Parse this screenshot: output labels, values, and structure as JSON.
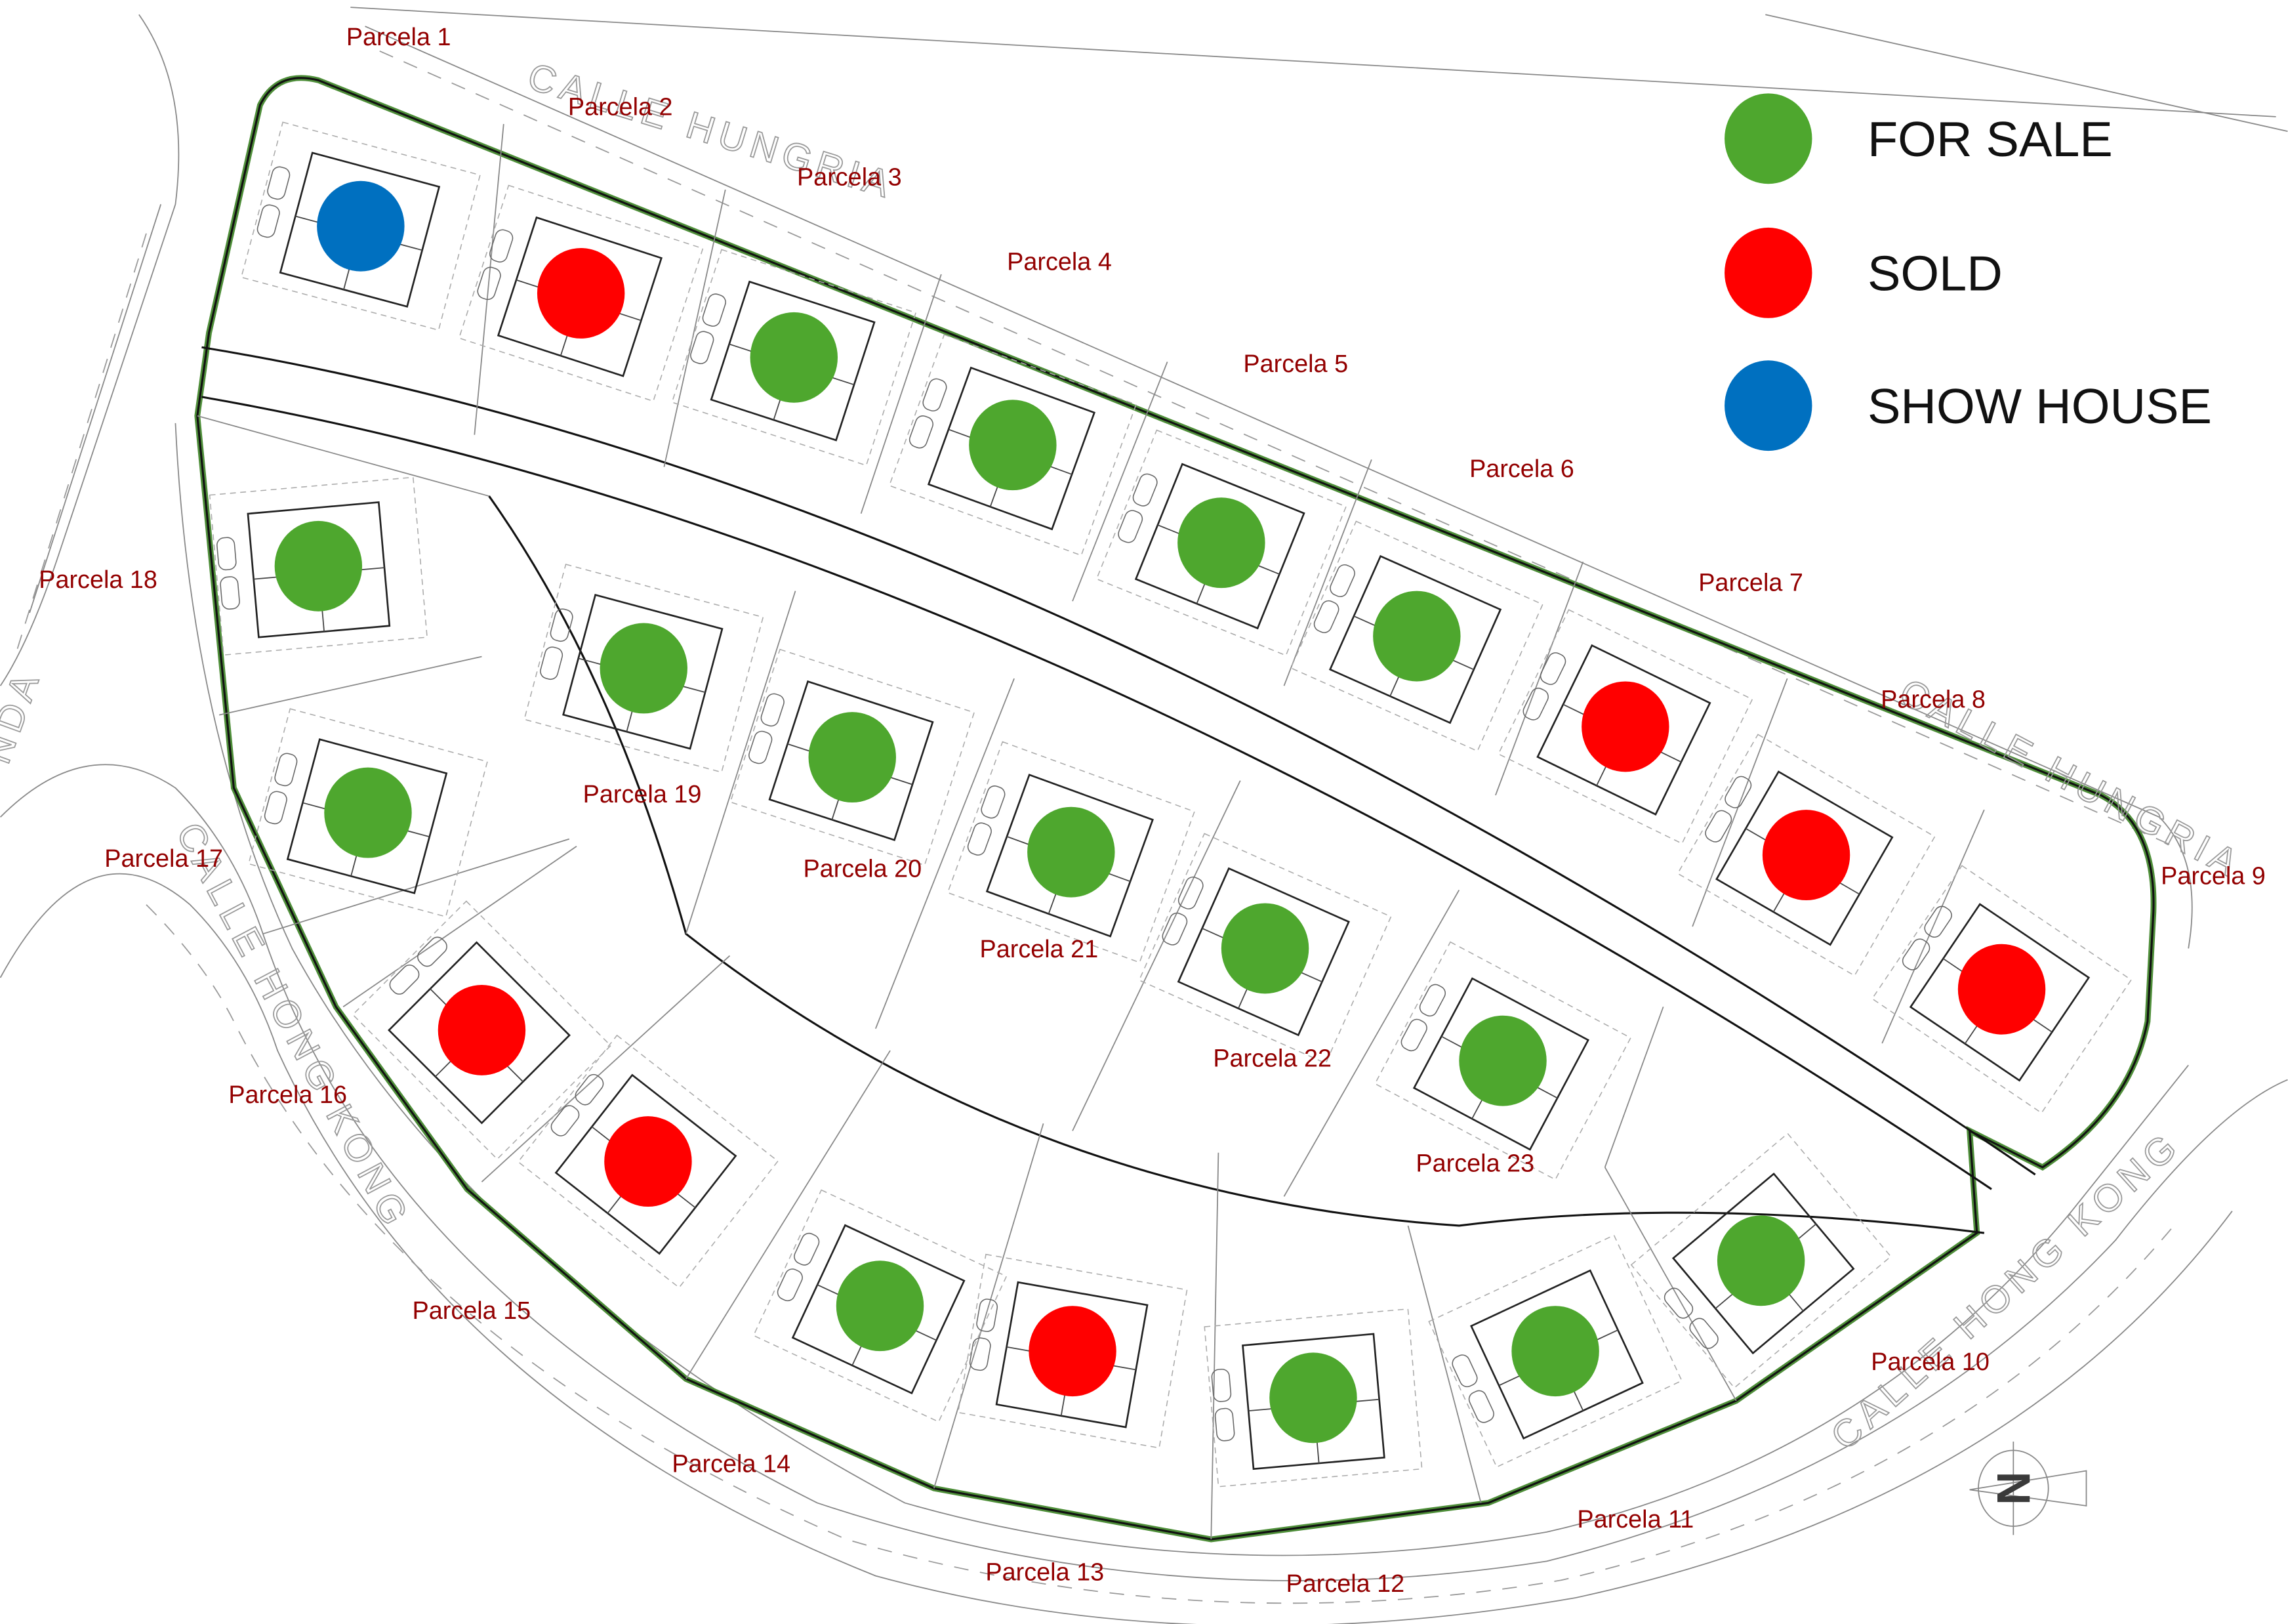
{
  "legend": [
    {
      "label": "FOR SALE",
      "status": "for_sale"
    },
    {
      "label": "SOLD",
      "status": "sold"
    },
    {
      "label": "SHOW HOUSE",
      "status": "show_house"
    }
  ],
  "status_colors": {
    "for_sale": "#4ea72e",
    "sold": "#ff0000",
    "show_house": "#0070c0"
  },
  "streets": {
    "top": "CALLE HUNGRIA",
    "right": "CALLE HUNGRIA",
    "left": "CALLE HONG KONG",
    "bottom_right": "CALLE HONG KONG",
    "far_left_partial": "NDA"
  },
  "compass": {
    "label": "N"
  },
  "parcels": [
    {
      "label": "Parcela 1",
      "status": "show_house"
    },
    {
      "label": "Parcela 2",
      "status": "sold"
    },
    {
      "label": "Parcela 3",
      "status": "for_sale"
    },
    {
      "label": "Parcela 4",
      "status": "for_sale"
    },
    {
      "label": "Parcela 5",
      "status": "for_sale"
    },
    {
      "label": "Parcela 6",
      "status": "for_sale"
    },
    {
      "label": "Parcela 7",
      "status": "sold"
    },
    {
      "label": "Parcela 8",
      "status": "sold"
    },
    {
      "label": "Parcela 9",
      "status": "sold"
    },
    {
      "label": "Parcela 10",
      "status": "for_sale"
    },
    {
      "label": "Parcela 11",
      "status": "for_sale"
    },
    {
      "label": "Parcela 12",
      "status": "for_sale"
    },
    {
      "label": "Parcela 13",
      "status": "sold"
    },
    {
      "label": "Parcela 14",
      "status": "for_sale"
    },
    {
      "label": "Parcela 15",
      "status": "sold"
    },
    {
      "label": "Parcela 16",
      "status": "sold"
    },
    {
      "label": "Parcela 17",
      "status": "for_sale"
    },
    {
      "label": "Parcela 18",
      "status": "for_sale"
    },
    {
      "label": "Parcela 19",
      "status": "for_sale"
    },
    {
      "label": "Parcela 20",
      "status": "for_sale"
    },
    {
      "label": "Parcela 21",
      "status": "for_sale"
    },
    {
      "label": "Parcela 22",
      "status": "for_sale"
    },
    {
      "label": "Parcela 23",
      "status": "for_sale"
    }
  ]
}
